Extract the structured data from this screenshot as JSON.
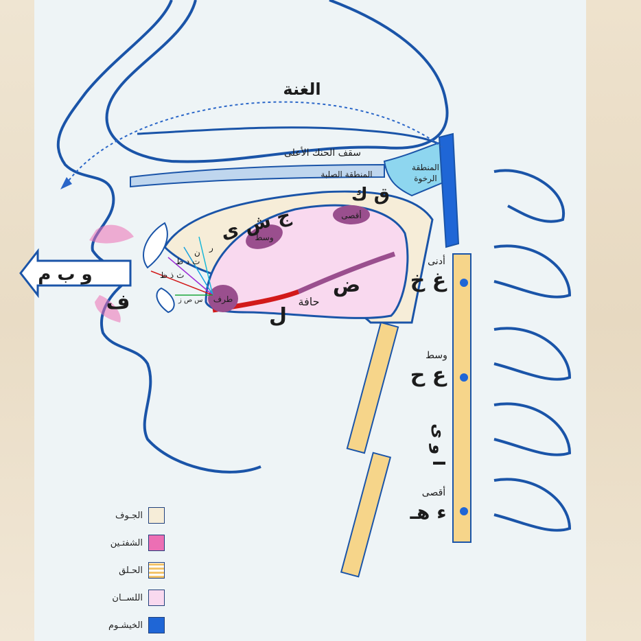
{
  "title_nasal": "الغنة",
  "roof_label": "سقف الحنك الأعلى",
  "hard_palate": "المنطقة الصلبة",
  "soft_palate": "المنطقة الرخوة",
  "lips_letters": "و ب م",
  "letter_fa": "ف",
  "palate_letters": "ج ش ى",
  "letters_qaf_kaf": "ق ك",
  "tongue_tip": "طرف",
  "tongue_middle": "وسط",
  "tongue_back": "أقصى",
  "tongue_edge": "حافة",
  "letter_dad": "ض",
  "letter_lam": "ل",
  "tip_letters_1": "ر",
  "tip_letters_2": "ن",
  "tip_letters_3": "ت د ط",
  "tip_letters_4": "ث ذ ظ",
  "tip_letters_5": "س ص ز",
  "throat": {
    "near_label": "أدنى",
    "near_letters": "غ خ",
    "middle_label": "وسط",
    "middle_letters": "ع ح",
    "far_label": "أقصى",
    "far_letters": "ء هـ",
    "vowels": "ا و ى"
  },
  "legend": [
    {
      "label": "الجـوف",
      "color": "#f6edd8"
    },
    {
      "label": "الشفتـين",
      "color": "#ec6fb4"
    },
    {
      "label": "الحـلق",
      "color": "#f3c46a"
    },
    {
      "label": "اللســان",
      "color": "#f9d9ef"
    },
    {
      "label": "الخيشـوم",
      "color": "#1f66d6"
    }
  ]
}
